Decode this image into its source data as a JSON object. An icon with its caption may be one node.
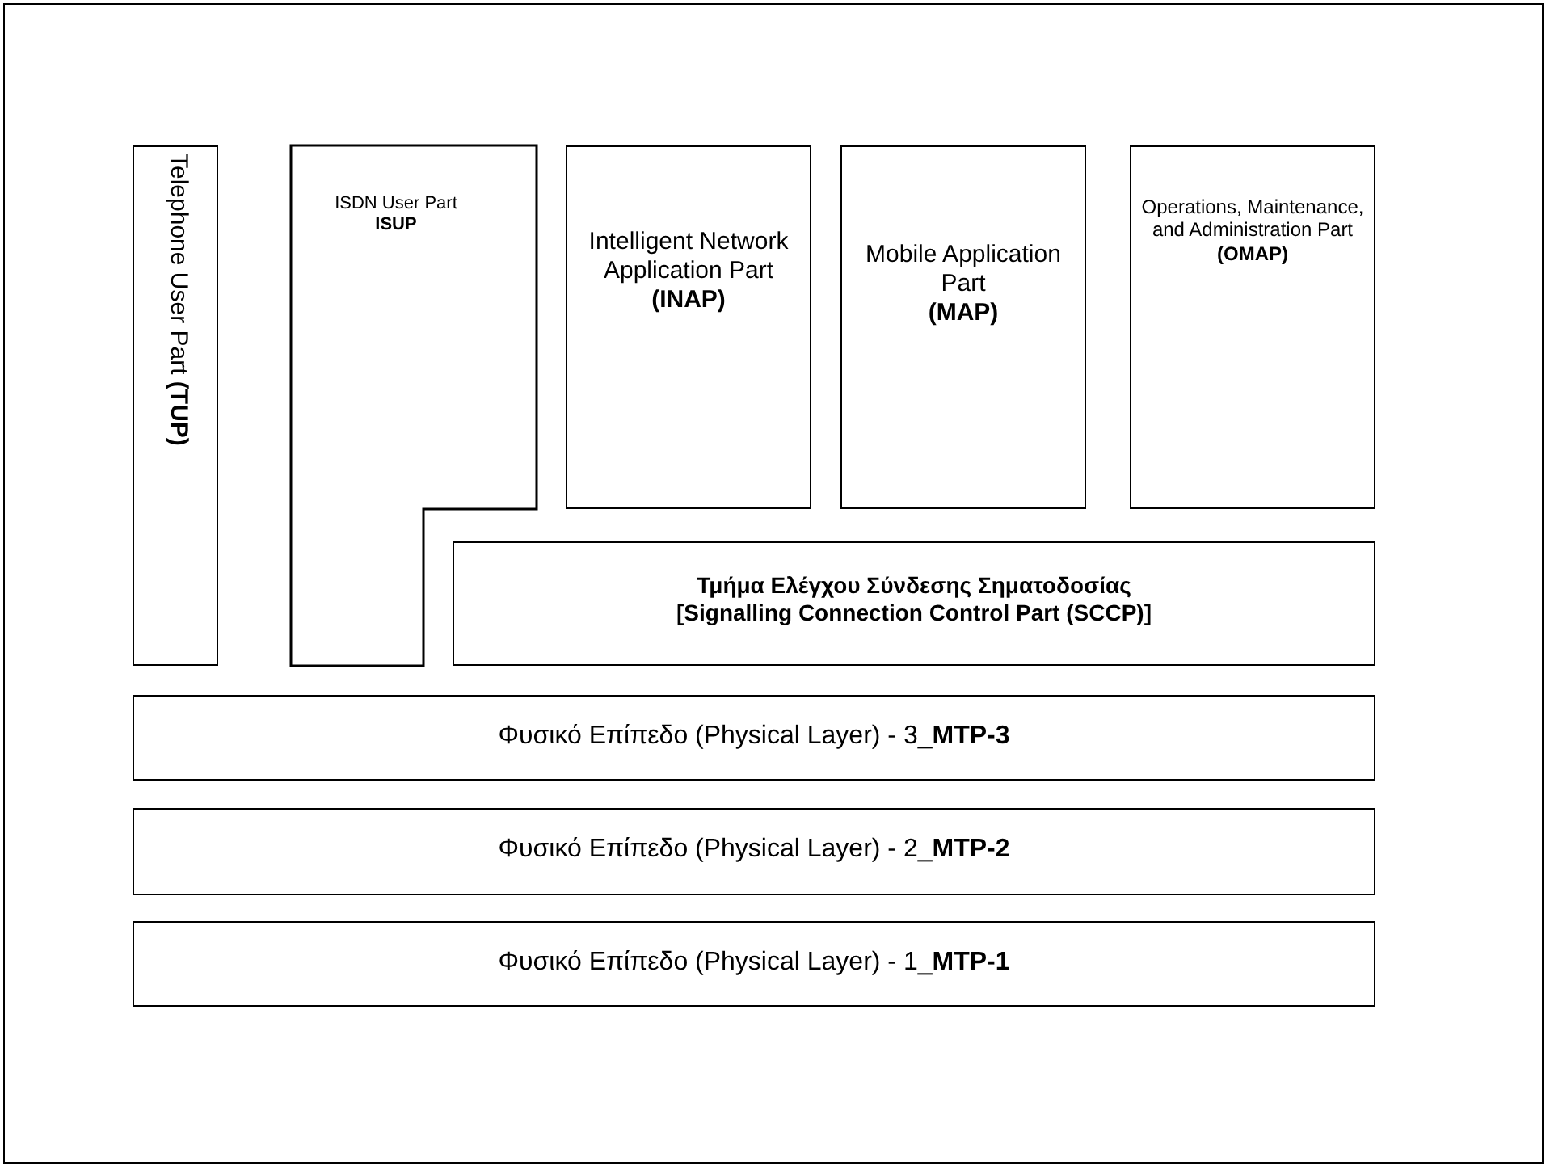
{
  "diagram": {
    "nodes": [
      {
        "text": [
          "Telephone User Part **(TUP)**"
        ]
      },
      {
        "text": [
          "ISDN User Part",
          "ISUP"
        ]
      },
      {
        "text": [
          "Intelligent Network Application Part",
          "(INAP)"
        ]
      },
      {
        "text": [
          "Mobile Application Part",
          "(MAP)"
        ]
      },
      {
        "text": [
          "Operations, Maintenance, and Administration Part",
          "(OMAP)"
        ]
      },
      {
        "text": [
          "Τμήμα Ελέγχου Σύνδεσης Σηματοδοσίας",
          "[Signalling Connection Control Part (SCCP)]"
        ]
      },
      {
        "text": [
          "Φυσικό Επίπεδο (Physical Layer) - 3_**MTP-3**"
        ]
      },
      {
        "text": [
          "Φυσικό Επίπεδο (Physical Layer) - 2_**MTP-2**"
        ]
      },
      {
        "text": [
          "Φυσικό Επίπεδο (Physical Layer) - 1_**MTP-1**"
        ]
      }
    ]
  }
}
